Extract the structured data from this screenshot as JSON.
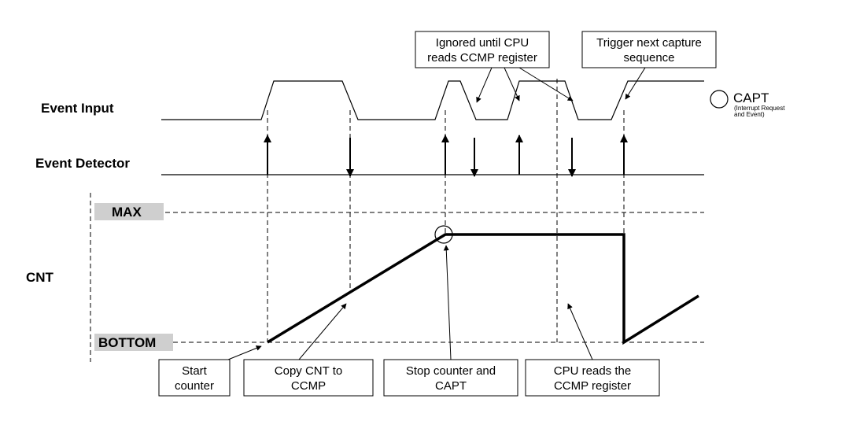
{
  "signals": {
    "event_input": "Event Input",
    "event_detector": "Event Detector",
    "cnt": "CNT"
  },
  "levels": {
    "max": "MAX",
    "bottom": "BOTTOM"
  },
  "callouts": {
    "ignored": [
      "Ignored until CPU",
      "reads CCMP register"
    ],
    "trigger": [
      "Trigger next capture",
      "sequence"
    ],
    "start": [
      "Start",
      "counter"
    ],
    "copy": [
      "Copy CNT to",
      "CCMP"
    ],
    "stop": [
      "Stop counter and",
      "CAPT"
    ],
    "cpu_reads": [
      "CPU reads the",
      "CCMP register"
    ]
  },
  "legend": {
    "title": "CAPT",
    "line1": "(Interrupt Request",
    "line2": "and Event)"
  }
}
